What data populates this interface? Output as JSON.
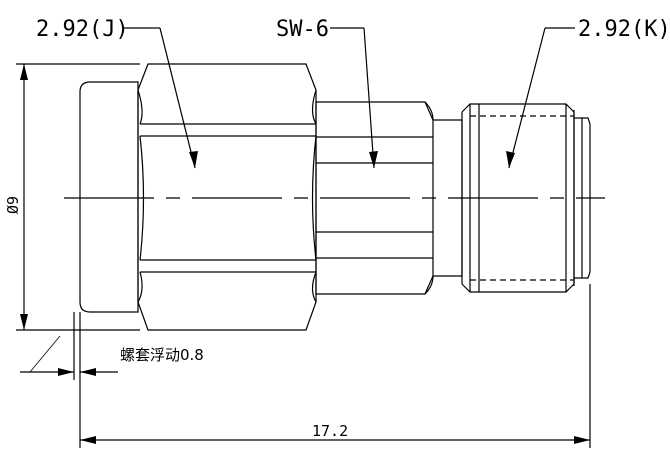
{
  "labels": {
    "left_connector": "2.92(J)",
    "hex_size": "SW-6",
    "right_connector": "2.92(K)",
    "diameter": "Ø9",
    "float_note": "螺套浮动0.8",
    "length": "17.2"
  },
  "colors": {
    "line": "#000000",
    "background": "#ffffff"
  }
}
